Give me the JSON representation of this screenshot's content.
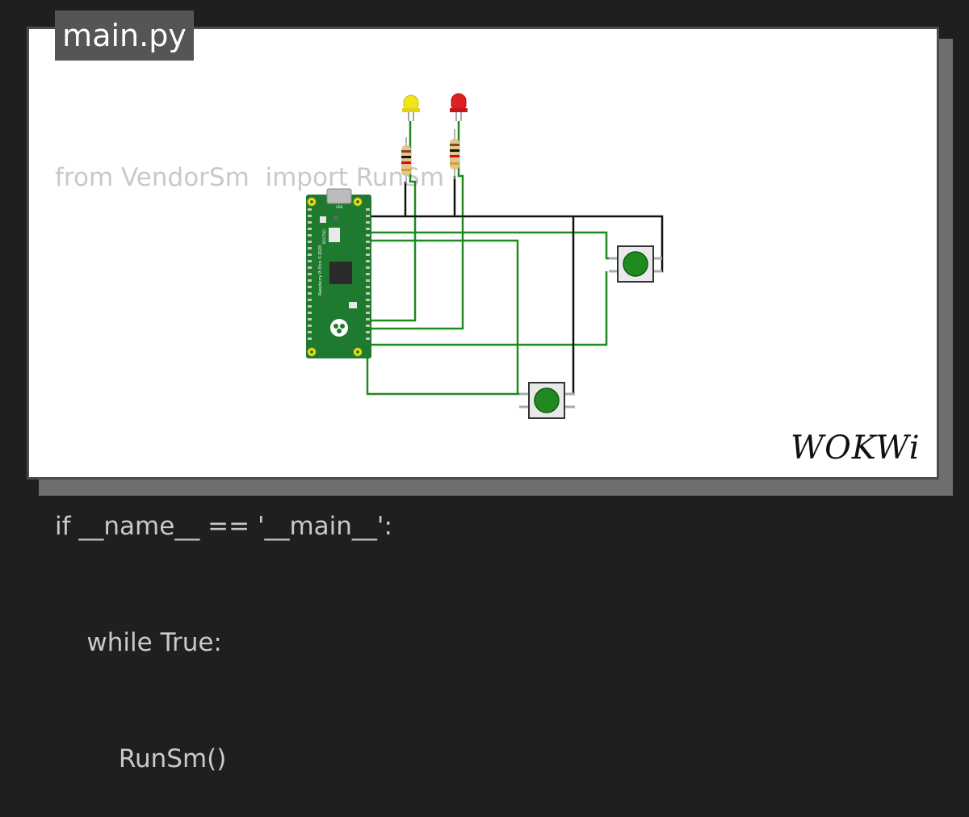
{
  "file_tab": {
    "label": "main.py"
  },
  "code_lines": [
    "from VendorSm  import RunSm",
    "",
    "",
    "if __name__ == '__main__':",
    "    while True:",
    "        RunSm()"
  ],
  "board": {
    "name": "Raspberry Pi Pico",
    "copyright": "Raspberry Pi Pico ©2020",
    "bootsel": "BOOTSEL",
    "usb": "USB"
  },
  "components": {
    "led_yellow": {
      "color": "#f2e41a",
      "label": "yellow LED"
    },
    "led_red": {
      "color": "#e02020",
      "label": "red LED"
    },
    "button_color": "#1f8a1f"
  },
  "colors": {
    "wire_green": "#1f8a1f",
    "wire_black": "#111111",
    "pcb": "#1d7a2e"
  },
  "logo": {
    "text": "WOKWi"
  }
}
